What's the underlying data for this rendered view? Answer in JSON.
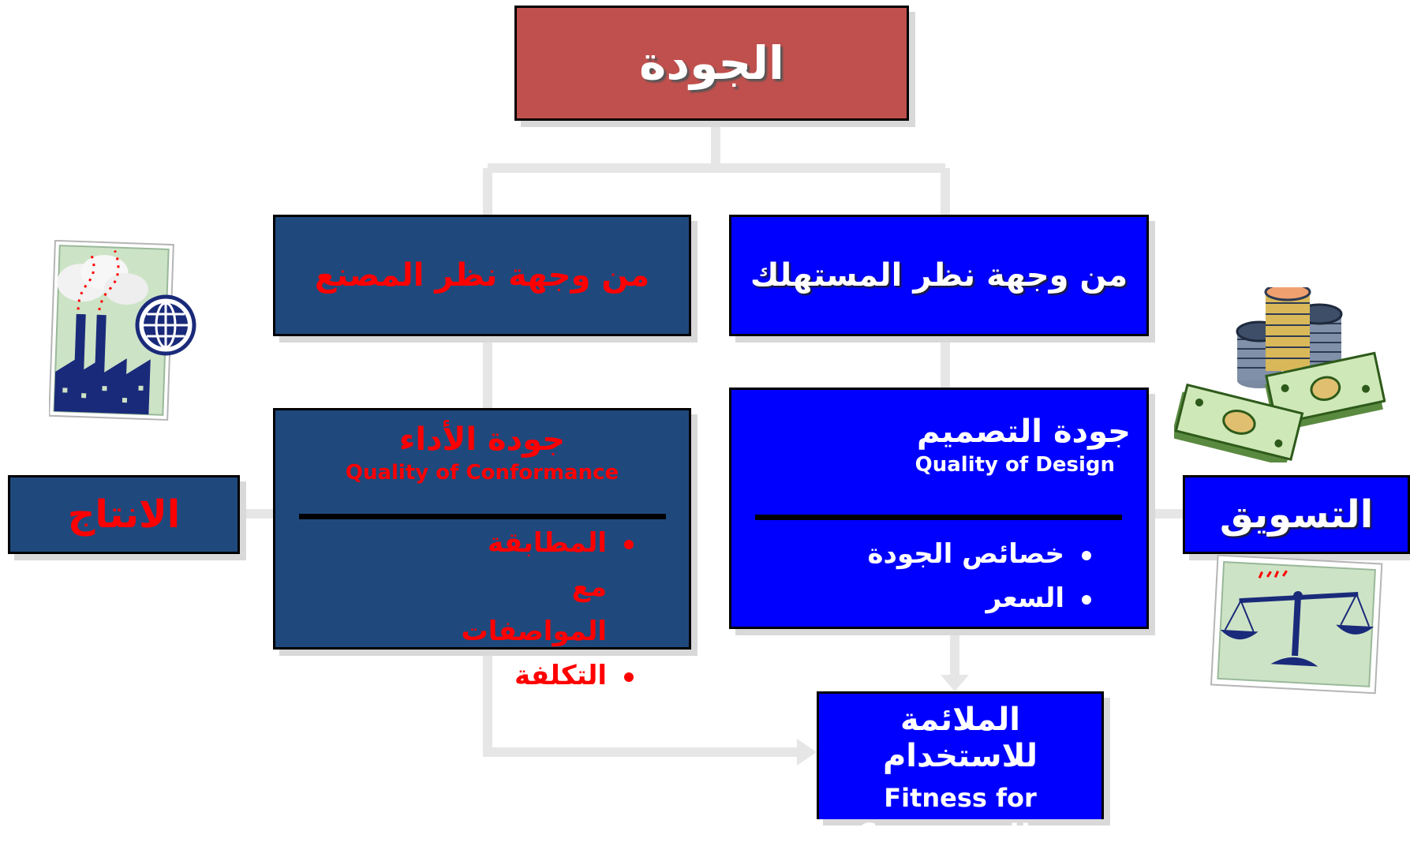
{
  "title": "الجودة",
  "manufacturer": {
    "header": "من وجهة نظر المصنع",
    "detail_title": "جودة الأداء",
    "detail_subtitle": "Quality of  Conformance",
    "bullets": [
      "المطابقة مع المواصفات",
      "التكلفة"
    ]
  },
  "consumer": {
    "header": "من وجهة نظر المستهلك",
    "detail_title": "جودة التصميم",
    "detail_subtitle": "Quality of Design",
    "bullets": [
      "خصائص الجودة",
      "السعر"
    ]
  },
  "fitness": {
    "title": "الملائمة للاستخدام",
    "subtitle_line1": "Fitness for",
    "subtitle_line2": "Consumer Use"
  },
  "side_left": "الانتاج",
  "side_right": "التسويق",
  "icons": [
    "factory-icon",
    "globe-icon",
    "money-stack-icon",
    "coins-icon",
    "balance-scale-icon"
  ],
  "colors": {
    "title_bg": "#c0504d",
    "manufacturer_bg": "#1f497d",
    "consumer_bg": "#0000ff",
    "manufacturer_text": "#ff0000",
    "consumer_text": "#ffffff",
    "connector": "#e6e6e6"
  }
}
